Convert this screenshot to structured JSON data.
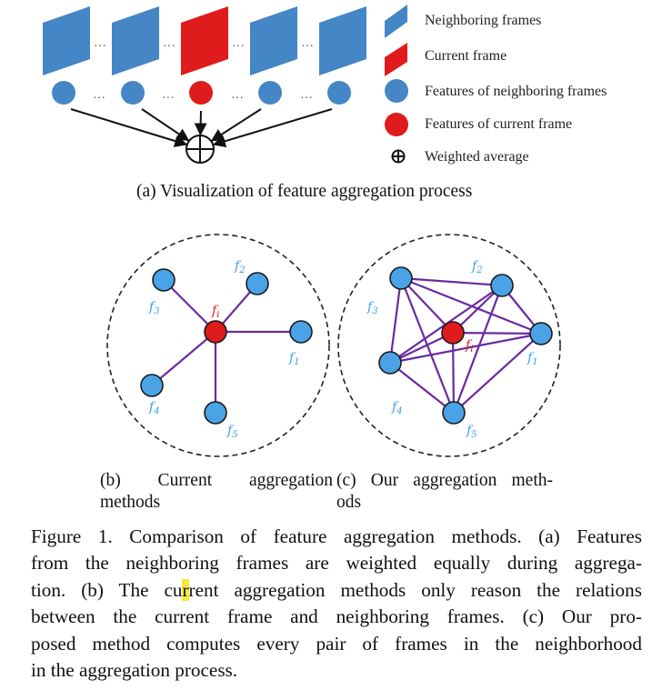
{
  "figure_a": {
    "frames": [
      {
        "kind": "neighbor",
        "color": "#4486c6"
      },
      {
        "kind": "neighbor",
        "color": "#4486c6"
      },
      {
        "kind": "current",
        "color": "#e01b1b"
      },
      {
        "kind": "neighbor",
        "color": "#4486c6"
      },
      {
        "kind": "neighbor",
        "color": "#4486c6"
      }
    ],
    "ellipsis": "···",
    "operator_symbol": "⊕",
    "caption": "(a)  Visualization of feature aggregation process"
  },
  "legend": {
    "items": [
      {
        "icon": "blue-parallelogram-icon",
        "label": "Neighboring frames"
      },
      {
        "icon": "red-parallelogram-icon",
        "label": "Current frame"
      },
      {
        "icon": "blue-circle-icon",
        "label": "Features of neighboring frames"
      },
      {
        "icon": "red-circle-icon",
        "label": "Features of current frame"
      },
      {
        "icon": "oplus-icon",
        "label": "Weighted average"
      }
    ]
  },
  "figure_b": {
    "center_label": "f",
    "center_sub": "i",
    "nodes": [
      {
        "label": "f",
        "sub": "1"
      },
      {
        "label": "f",
        "sub": "2"
      },
      {
        "label": "f",
        "sub": "3"
      },
      {
        "label": "f",
        "sub": "4"
      },
      {
        "label": "f",
        "sub": "5"
      }
    ],
    "caption_line1": "(b)  Current  aggregation",
    "caption_line2": "methods"
  },
  "figure_c": {
    "center_label": "f",
    "center_sub": "i",
    "nodes": [
      {
        "label": "f",
        "sub": "1"
      },
      {
        "label": "f",
        "sub": "2"
      },
      {
        "label": "f",
        "sub": "3"
      },
      {
        "label": "f",
        "sub": "4"
      },
      {
        "label": "f",
        "sub": "5"
      }
    ],
    "caption_line1": "(c)  Our  aggregation  meth-",
    "caption_line2": "ods"
  },
  "colors": {
    "neighbor_blue": "#4486c6",
    "node_blue": "#4aa3e6",
    "current_red": "#e01b1b",
    "edge_purple": "#6a2aa0",
    "label_blue": "#3aa0e8",
    "label_red": "#e01b1b"
  },
  "caption": {
    "lines": [
      {
        "pre": "Figure 1. Comparison of feature aggregation methods.  (a) Features"
      },
      {
        "pre": "from the neighboring frames are weighted equally during aggrega-"
      },
      {
        "pre": "tion.  (b) The cu",
        "hl": "r",
        "post": "rent aggregation methods only reason the relations"
      },
      {
        "pre": "between the current frame and neighboring frames.  (c) Our pro-"
      },
      {
        "pre": "posed method computes every pair of frames in the neighborhood"
      },
      {
        "pre": "in the aggregation process."
      }
    ]
  }
}
